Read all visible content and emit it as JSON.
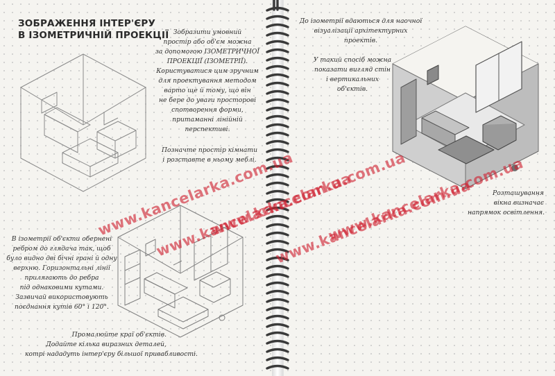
{
  "title": {
    "line1": "ЗОБРАЖЕННЯ ІНТЕР'ЄРУ",
    "line2": "В ІЗОМЕТРИЧНІЙ ПРОЕКЦІЇ"
  },
  "left_page": {
    "intro": [
      "Зобразити умовний",
      "простір або об'єм можна",
      "за допомогою ІЗОМЕТРИЧНОЇ",
      "ПРОЕКЦІЇ (ІЗОМЕТРІЇ).",
      "Користуватися цим зручним",
      "для проектування методом",
      "варто ще й тому, що він",
      "не бере до уваги просторові",
      "спотворення форми,",
      "притаманні лінійній",
      "перспективі."
    ],
    "mark_room": [
      "Позначте простір кімнати",
      "і розставте в ньому меблі."
    ],
    "isometry_rule": [
      "В ізометрії об'єкти обернені",
      "ребром до глядача так, щоб",
      "було видно дві бічні грані й одну",
      "верхню. Горизонтальні лінії",
      "прилягають до ребра",
      "під однаковими кутами.",
      "Зазвичай використовують",
      "поєднання кутів 60° і 120°."
    ],
    "draw_edges": [
      "Промалюйте краї об'єктів.",
      "Додайте кілька виразних деталей,",
      "котрі нададуть інтер'єру більшої привабливості."
    ]
  },
  "right_page": {
    "architect": [
      "До ізометрії вдаються для наочної",
      "візуалізації архітектурних",
      "проектів."
    ],
    "walls": [
      "У такий спосіб можна",
      "показати вигляд стін",
      "і вертикальних",
      "об'єктів."
    ],
    "window": [
      "Розташування",
      "вікна визначає",
      "напрямок освітлення."
    ]
  },
  "watermark": {
    "text": "www.kancelarka.com.ua",
    "color": "#ce2030"
  },
  "colors": {
    "paper": "#f5f4f0",
    "ink": "#2f2f2f",
    "pencil": "#8a8a8a",
    "coil": "#3a3a3a"
  }
}
